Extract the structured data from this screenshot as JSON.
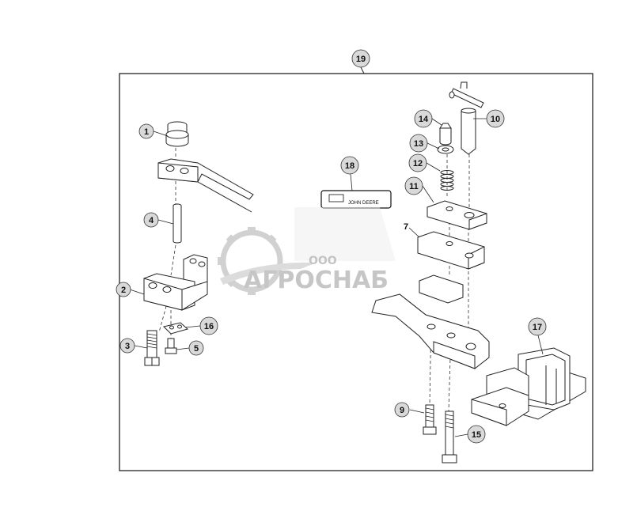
{
  "diagram": {
    "callouts": [
      "1",
      "2",
      "3",
      "4",
      "5",
      "7",
      "9",
      "10",
      "11",
      "12",
      "13",
      "14",
      "15",
      "16",
      "17",
      "18",
      "19"
    ],
    "decal_text": "JOHN DEERE"
  },
  "watermark": {
    "company_prefix": "ООО",
    "company_name": "АГРОСНАБ"
  }
}
